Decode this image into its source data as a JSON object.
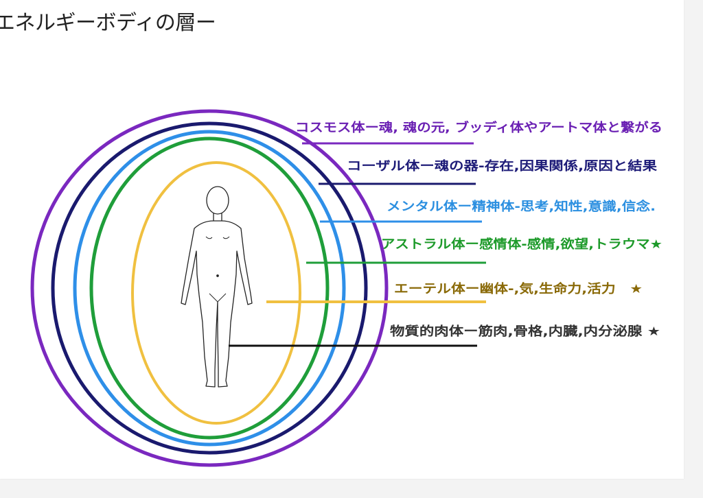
{
  "title": "エネルギーボディの層ー",
  "layers": [
    {
      "label": "コスモス体ー魂, 魂の元, ブッディ体やアートマ体と繋がる",
      "color": "#6a1fb3"
    },
    {
      "label": "コーザル体ー魂の器-存在,因果関係,原因と結果",
      "color": "#1e1c78"
    },
    {
      "label": "メンタル体ー精神体-思考,知性,意識,信念.",
      "color": "#2b8fe0"
    },
    {
      "label": "アストラル体ー感情体-感情,欲望,トラウマ★",
      "color": "#1d9a2a"
    },
    {
      "label": "エーテル体ー幽体-,気,生命力,活力　★",
      "color": "#8a6a08"
    },
    {
      "label": "物質的肉体ー筋肉,骨格,内臓,内分泌腺 ★",
      "color": "#333333"
    }
  ],
  "ring_colors": {
    "cosmos": "#7a28bf",
    "causal": "#1a1a6e",
    "mental": "#2e8fe8",
    "astral": "#1f9e3a",
    "etheric": "#f0c040",
    "physical": "#111111"
  }
}
